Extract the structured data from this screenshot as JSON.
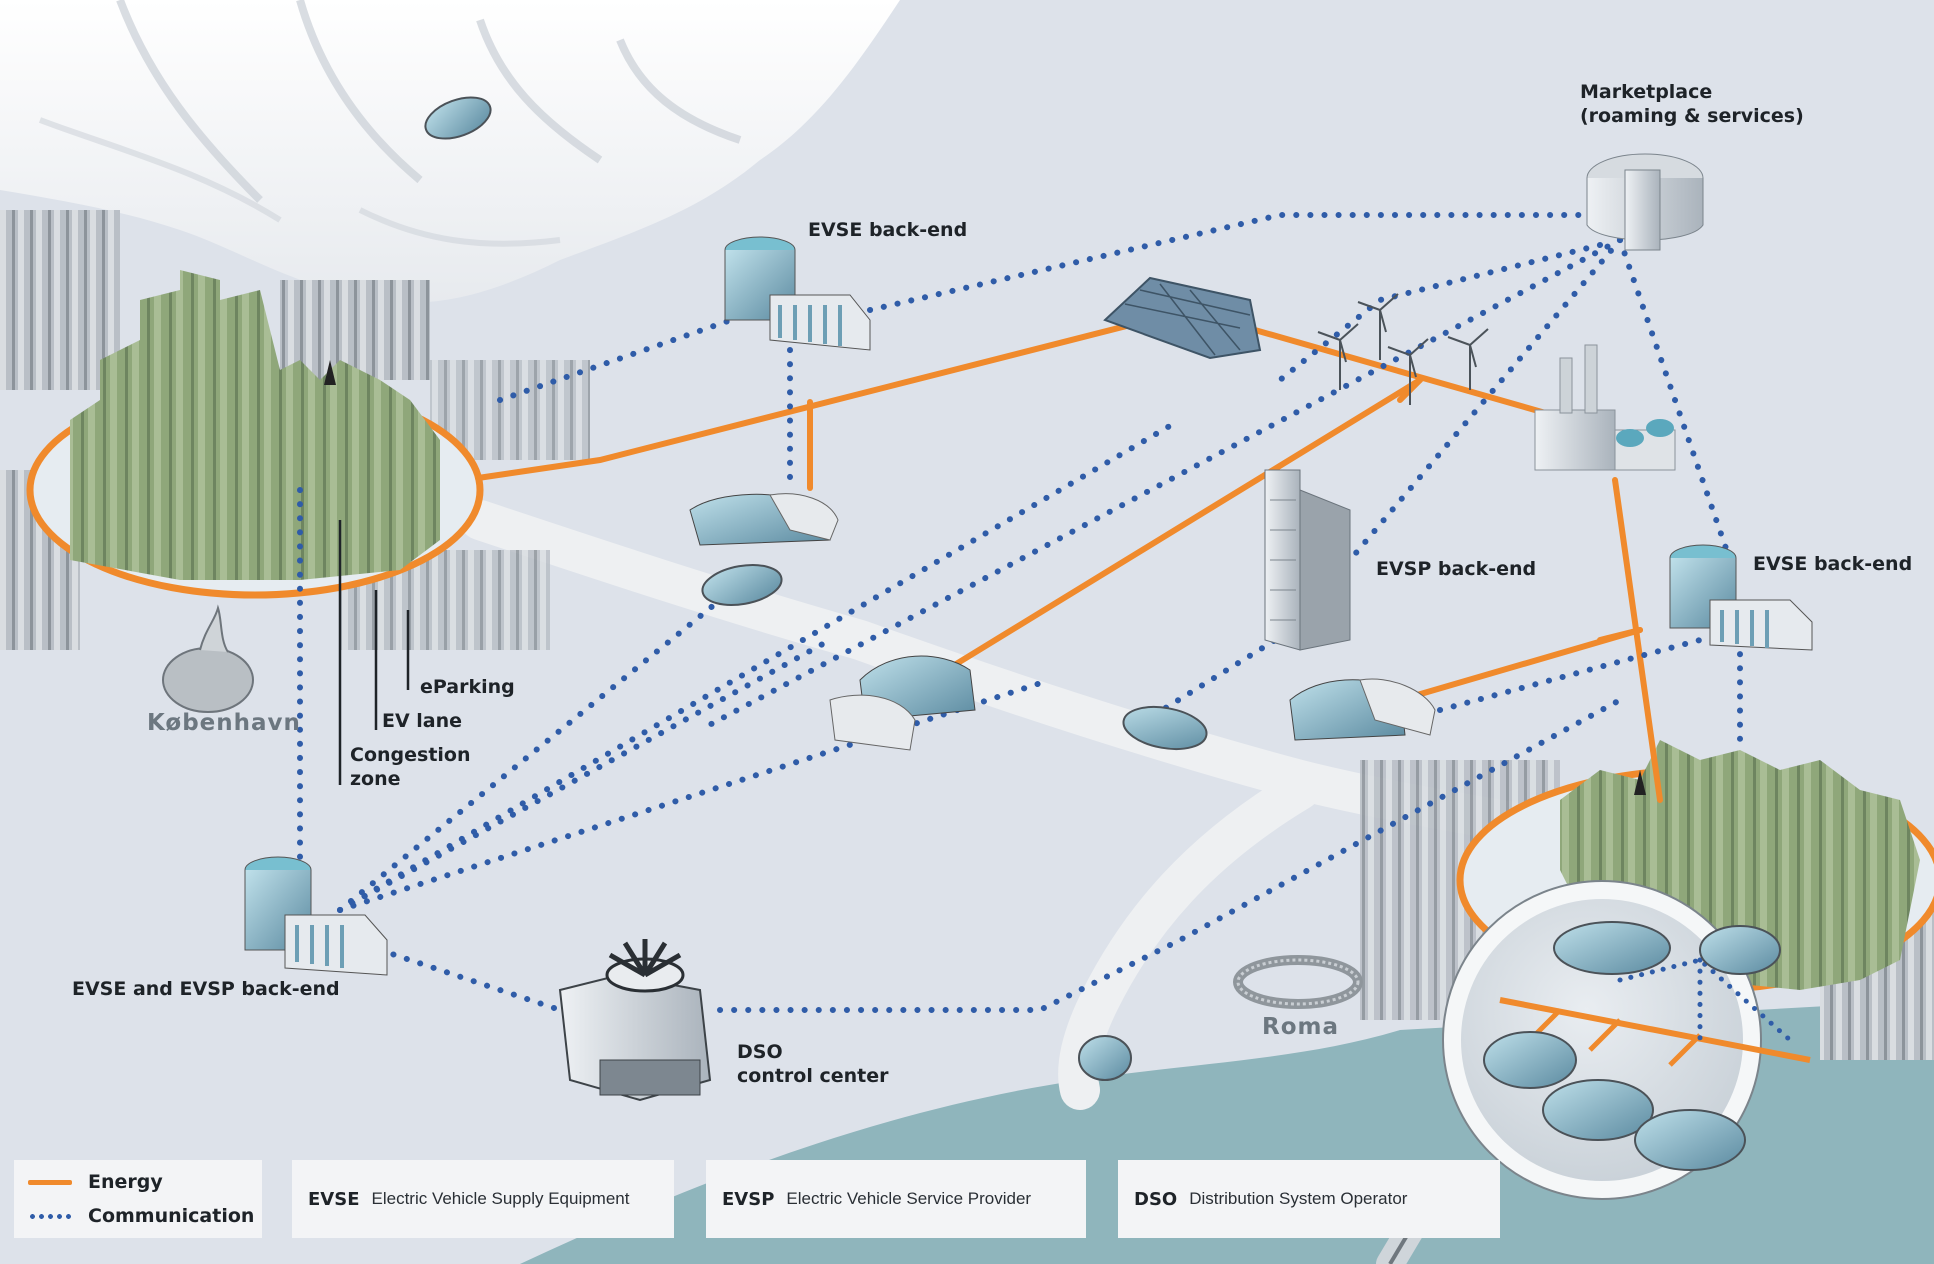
{
  "title": "E-mobility network: energy and communication between EVSE, EVSP, marketplace and DSO",
  "colors": {
    "energy": "#f08a2c",
    "communication": "#2f5ca8",
    "background": "#dde2ea",
    "water": "#8fb5bc",
    "green_city": "#8fa77a"
  },
  "labels": {
    "marketplace_line1": "Marketplace",
    "marketplace_line2": "(roaming & services)",
    "evse_backend_top": "EVSE back-end",
    "evse_backend_right": "EVSE back-end",
    "evsp_backend": "EVSP back-end",
    "evse_evsp_backend": "EVSE and EVSP back-end",
    "dso_line1": "DSO",
    "dso_line2": "control center",
    "eparking": "eParking",
    "ev_lane": "EV lane",
    "congestion_line1": "Congestion",
    "congestion_line2": "zone"
  },
  "cities": {
    "copenhagen": "København",
    "rome": "Roma"
  },
  "legend": {
    "energy": "Energy",
    "communication": "Communication",
    "definitions": [
      {
        "abbr": "EVSE",
        "full": "Electric Vehicle Supply Equipment"
      },
      {
        "abbr": "EVSP",
        "full": "Electric Vehicle Service Provider"
      },
      {
        "abbr": "DSO",
        "full": "Distribution System Operator"
      }
    ]
  }
}
